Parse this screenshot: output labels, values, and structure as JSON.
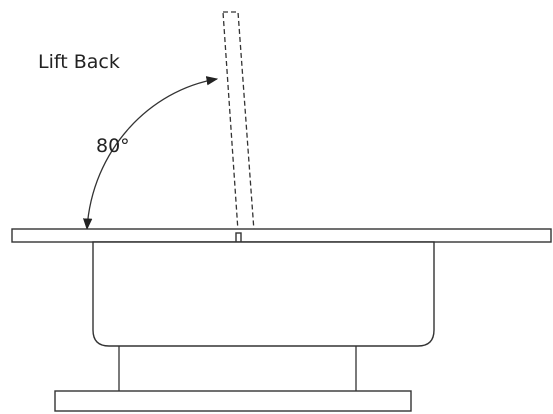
{
  "diagram": {
    "title": "Lift Back",
    "angle_label": "80°",
    "angle_degrees": 80,
    "line_color": "#333333",
    "background_color": "#ffffff"
  }
}
